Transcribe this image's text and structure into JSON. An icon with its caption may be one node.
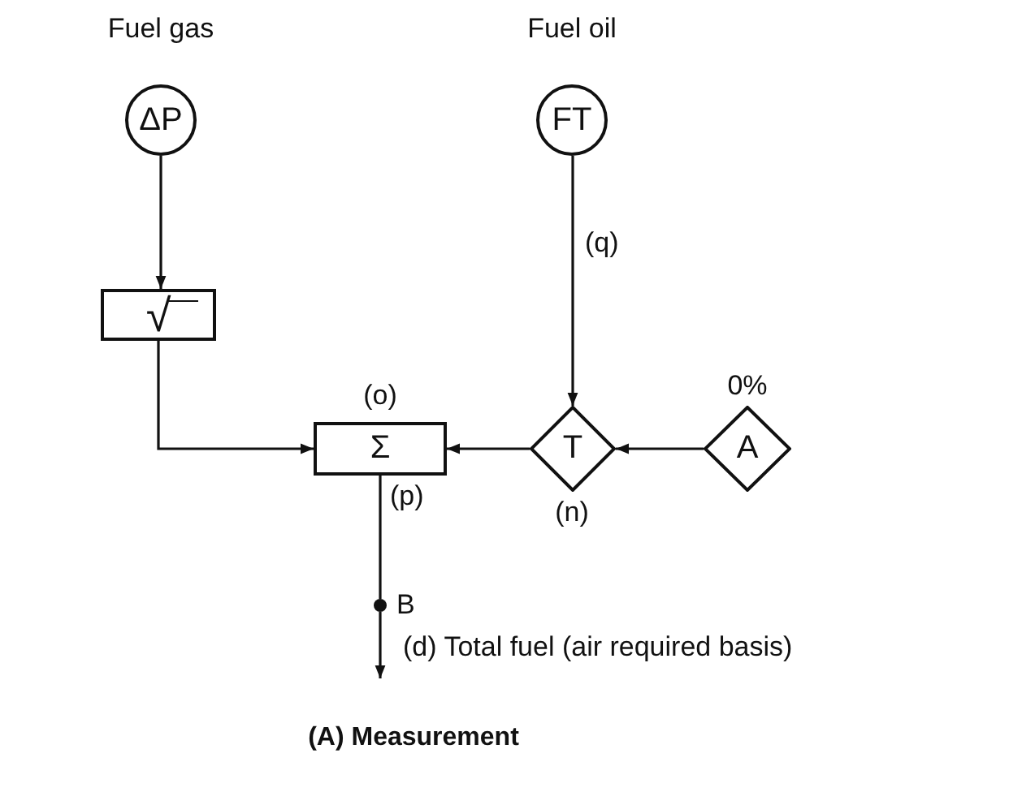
{
  "diagram": {
    "caption": "(A) Measurement",
    "nodes": [
      {
        "text": [
          "ΔP"
        ],
        "beside": [
          "Fuel gas"
        ]
      },
      {
        "text": [
          "√"
        ]
      },
      {
        "text": [
          "Σ"
        ],
        "beside": [
          "(o)"
        ]
      },
      {
        "text": [
          "FT"
        ],
        "beside": [
          "Fuel oil"
        ]
      },
      {
        "text": [
          "T"
        ],
        "beside": [
          "(n)"
        ]
      },
      {
        "text": [
          "A"
        ],
        "beside": [
          "0%"
        ]
      },
      {
        "text": [],
        "shape": "circle",
        "beside": [
          "B"
        ]
      }
    ],
    "edges": [
      {
        "from": 0,
        "to": 1,
        "arrow": "to"
      },
      {
        "from": 1,
        "to": 2,
        "arrow": "to"
      },
      {
        "from": 3,
        "to": 4,
        "arrow": "to",
        "label": "(q)"
      },
      {
        "from": 4,
        "to": 2,
        "arrow": "to"
      },
      {
        "from": 5,
        "to": 4,
        "arrow": "to"
      },
      {
        "from": 2,
        "to": 6,
        "arrow": "none",
        "label": "(p)"
      },
      {
        "from": 6,
        "to": null,
        "arrow": "to"
      }
    ],
    "labels": [
      "(d) Total fuel (air required basis)"
    ]
  }
}
